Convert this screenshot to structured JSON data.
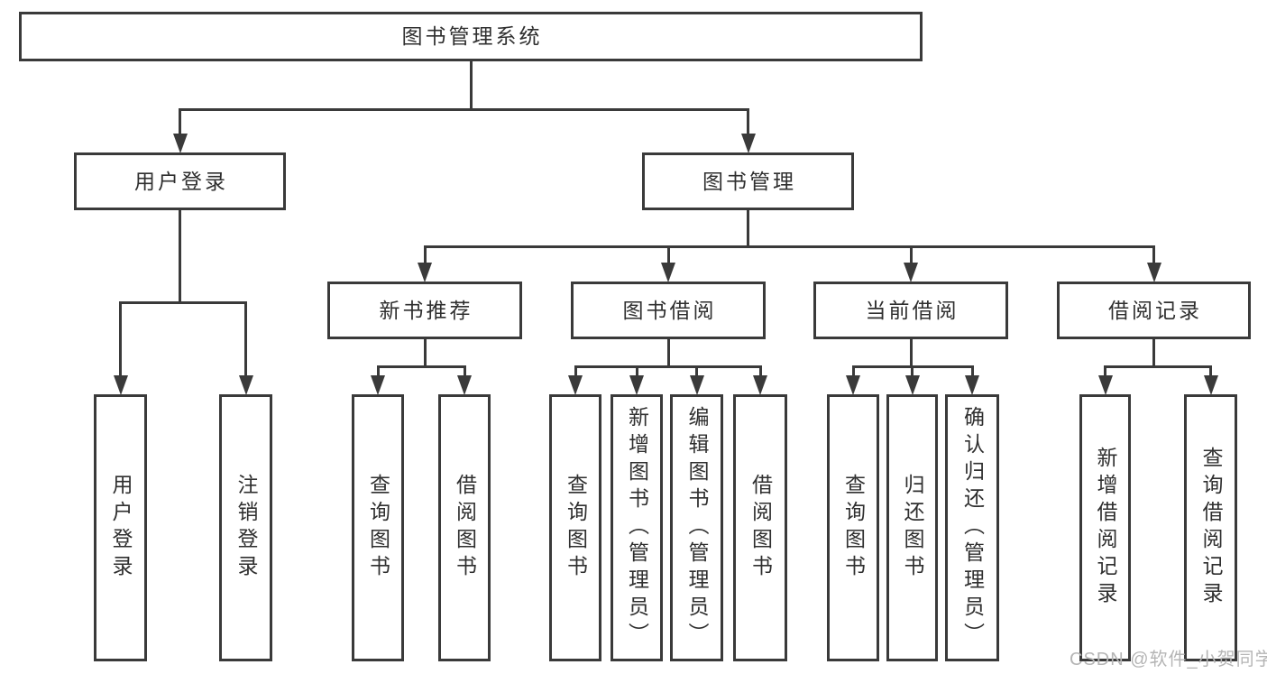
{
  "title": "图书管理系统",
  "watermark": "CSDN @软件_小贺同学",
  "colors": {
    "line": "#3a3a3a",
    "text": "#2f2f2f",
    "watermark": "#b5b5b5",
    "background": "#ffffff"
  },
  "tree": {
    "id": "library-system",
    "label": "图书管理系统",
    "children": [
      {
        "id": "user-login",
        "label": "用户登录",
        "children": [
          {
            "id": "leaf-user-login",
            "label": "用户登录"
          },
          {
            "id": "leaf-logout",
            "label": "注销登录"
          }
        ]
      },
      {
        "id": "book-management",
        "label": "图书管理",
        "children": [
          {
            "id": "new-book-recommend",
            "label": "新书推荐",
            "children": [
              {
                "id": "leaf-query-book-1",
                "label": "查询图书"
              },
              {
                "id": "leaf-borrow-book-1",
                "label": "借阅图书"
              }
            ]
          },
          {
            "id": "book-borrowing",
            "label": "图书借阅",
            "children": [
              {
                "id": "leaf-query-book-2",
                "label": "查询图书"
              },
              {
                "id": "leaf-add-book",
                "label": "新增图书（管理员）"
              },
              {
                "id": "leaf-edit-book",
                "label": "编辑图书（管理员）"
              },
              {
                "id": "leaf-borrow-book-2",
                "label": "借阅图书"
              }
            ]
          },
          {
            "id": "current-borrowing",
            "label": "当前借阅",
            "children": [
              {
                "id": "leaf-query-book-3",
                "label": "查询图书"
              },
              {
                "id": "leaf-return-book",
                "label": "归还图书"
              },
              {
                "id": "leaf-confirm-return",
                "label": "确认归还（管理员）"
              }
            ]
          },
          {
            "id": "borrow-records",
            "label": "借阅记录",
            "children": [
              {
                "id": "leaf-add-record",
                "label": "新增借阅记录"
              },
              {
                "id": "leaf-query-record",
                "label": "查询借阅记录"
              }
            ]
          }
        ]
      }
    ]
  }
}
